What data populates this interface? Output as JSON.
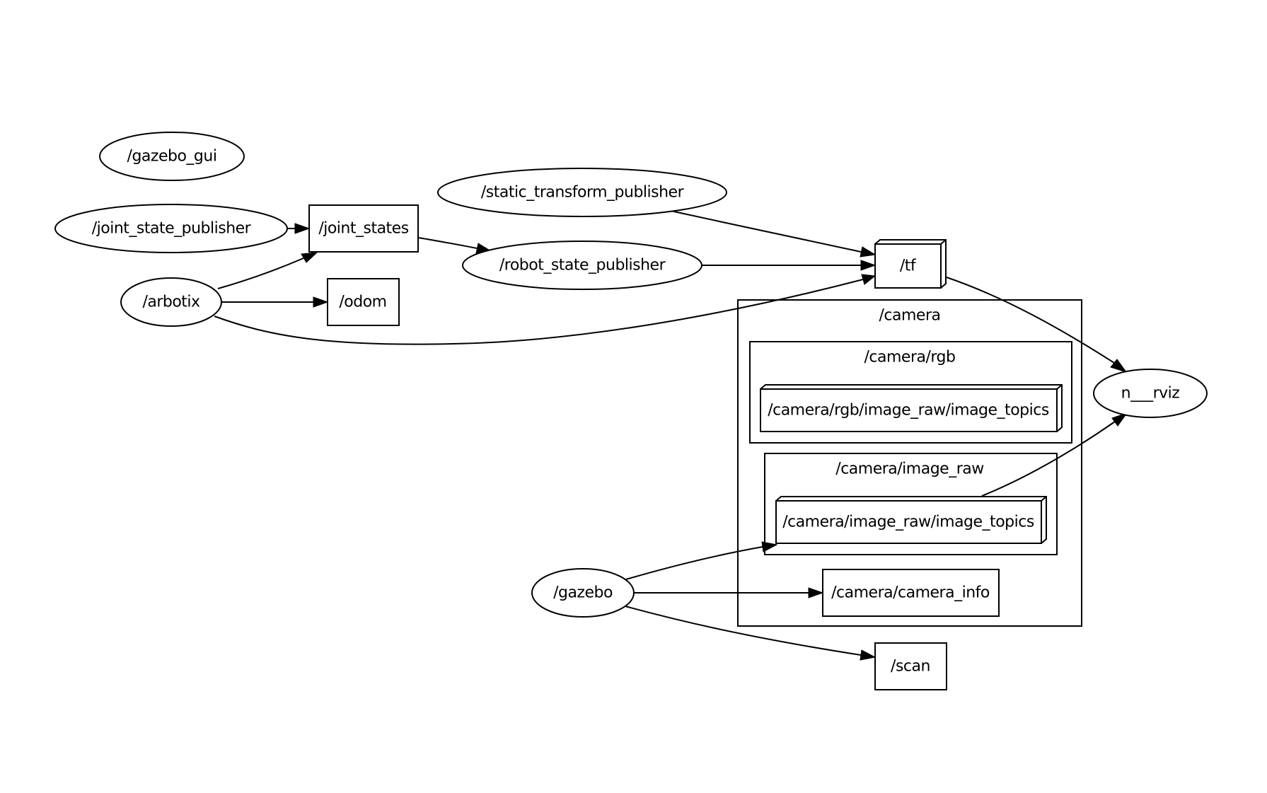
{
  "graph": {
    "nodes": {
      "gazebo_gui": "/gazebo_gui",
      "joint_state_publisher": "/joint_state_publisher",
      "joint_states": "/joint_states",
      "arbotix": "/arbotix",
      "odom": "/odom",
      "static_transform_publisher": "/static_transform_publisher",
      "robot_state_publisher": "/robot_state_publisher",
      "tf": "/tf",
      "rviz": "n___rviz",
      "camera_rgb_image_topics": "/camera/rgb/image_raw/image_topics",
      "camera_image_raw_image_topics": "/camera/image_raw/image_topics",
      "gazebo": "/gazebo",
      "camera_info": "/camera/camera_info",
      "scan": "/scan"
    },
    "clusters": {
      "camera": "/camera",
      "camera_rgb": "/camera/rgb",
      "camera_image_raw": "/camera/image_raw"
    }
  }
}
